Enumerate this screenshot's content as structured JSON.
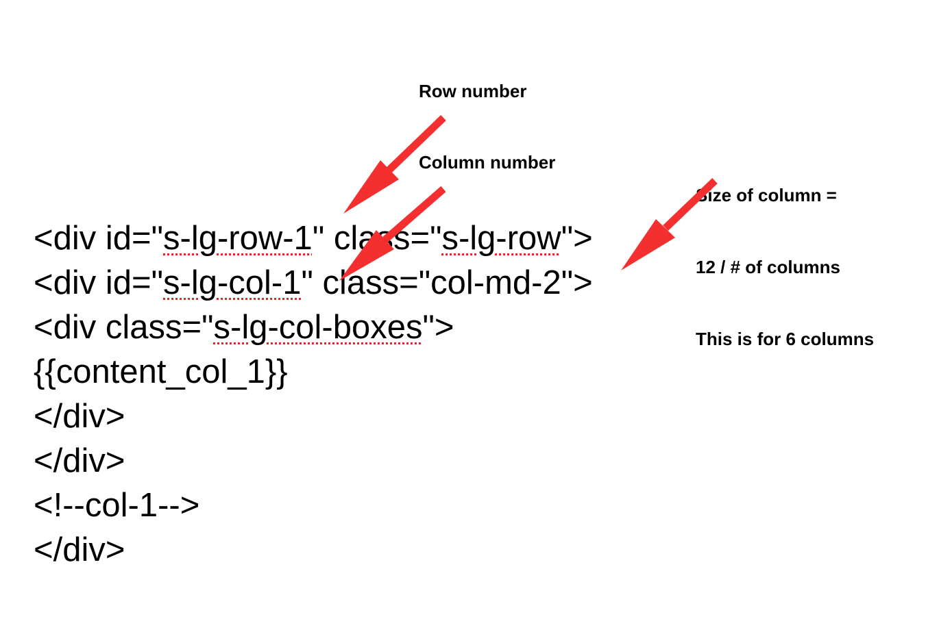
{
  "colors": {
    "arrow": "#f42f2f",
    "spellcheck_underline": "#e0262a",
    "text": "#000000",
    "background": "#ffffff"
  },
  "annotations": {
    "row_number": "Row number",
    "column_number": "Column number",
    "size_line_1": "Size of column =",
    "size_line_2": "12 / # of columns",
    "size_line_3": "This is for 6 columns"
  },
  "code": {
    "line1": {
      "pre": "<div id=\"",
      "id": "s-lg-row-1",
      "mid": "\" class=\"",
      "cls": "s-lg-row",
      "post": "\">"
    },
    "line2": {
      "pre": "<div id=\"",
      "id": "s-lg-col-1",
      "mid": "\" class=\"",
      "cls": "col-md-2",
      "post": "\">"
    },
    "line3": {
      "pre": "<div class=\"",
      "cls": "s-lg-col-boxes",
      "post": "\">"
    },
    "line4": "{{content_col_1}}",
    "line5": "</div>",
    "line6": "</div>",
    "line7": "<!--col-1-->",
    "line8": "</div>"
  }
}
